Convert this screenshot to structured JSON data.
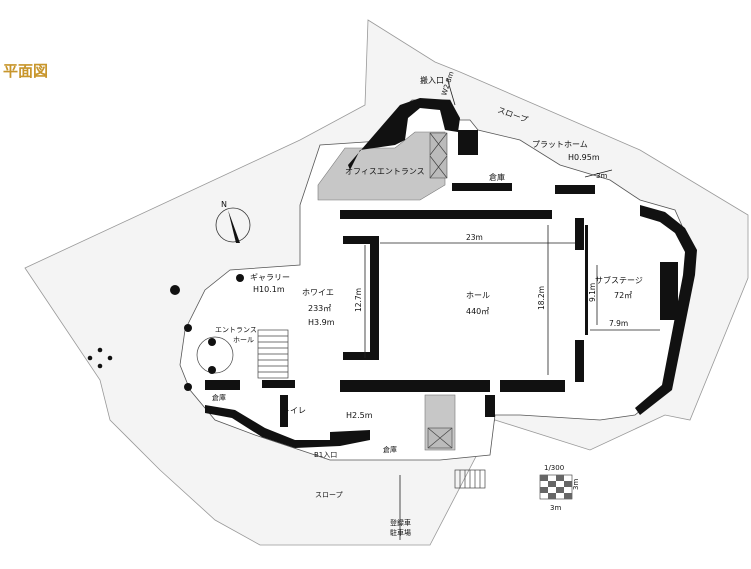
{
  "title": "平面図",
  "accent_color": "#c8962c",
  "labels": {
    "loading_entrance": "搬入口",
    "loading_width": "W2.8m",
    "slope_top": "スロープ",
    "platform_home": "プラットホーム",
    "platform_height": "H0.95m",
    "platform_width": "3m",
    "office_entrance": "オフィスエントランス",
    "storage_top": "倉庫",
    "north": "N",
    "gallery": "ギャラリー",
    "gallery_height": "H10.1m",
    "foyer": "ホワイエ",
    "foyer_area": "233㎡",
    "foyer_height": "H3.9m",
    "hall": "ホール",
    "hall_area": "440㎡",
    "hall_width": "23m",
    "hall_depth": "18.2m",
    "foyer_depth": "12.7m",
    "sub_stage": "サブステージ",
    "sub_stage_area": "72㎡",
    "sub_stage_depth": "9.1m",
    "sub_stage_width": "7.9m",
    "entrance_hall_line1": "エントランス",
    "entrance_hall_line2": "ホール",
    "storage_left": "倉庫",
    "toilet": "トイレ",
    "corridor_height": "H2.5m",
    "b1_entrance": "B1入口",
    "storage_bottom": "倉庫",
    "slope_bottom": "スロープ",
    "parking_line1": "登録車",
    "parking_line2": "駐車場",
    "scale": "1/300",
    "scale_height": "3m",
    "scale_width": "3m"
  }
}
